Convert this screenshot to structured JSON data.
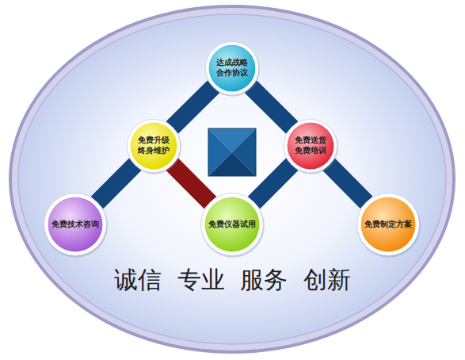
{
  "diagram": {
    "caption": "诚信 专业 服务 创新",
    "nodes": [
      {
        "text": [
          "达成战略 合作协议"
        ]
      },
      {
        "text": [
          "免费升级 终身维护"
        ]
      },
      {
        "text": [
          "免费送货 免费培训"
        ]
      },
      {
        "text": [
          "免费技术咨询"
        ]
      },
      {
        "text": [
          "免费仪器试用"
        ]
      },
      {
        "text": [
          "免费制定方案"
        ]
      }
    ],
    "edges": [
      {
        "from": 3,
        "to": 1,
        "arrow": "none"
      },
      {
        "from": 1,
        "to": 0,
        "arrow": "none"
      },
      {
        "from": 0,
        "to": 2,
        "arrow": "none"
      },
      {
        "from": 2,
        "to": 5,
        "arrow": "none"
      },
      {
        "from": 1,
        "to": 4,
        "arrow": "none"
      },
      {
        "from": 4,
        "to": 2,
        "arrow": "none"
      }
    ]
  }
}
